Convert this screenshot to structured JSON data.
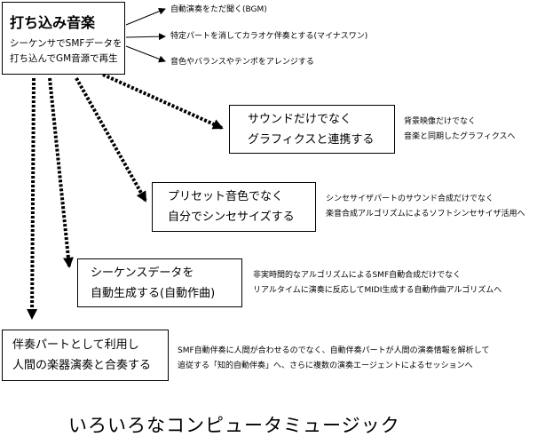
{
  "origin": {
    "title": "打ち込み音楽",
    "desc_line1": "シーケンサでSMFデータを",
    "desc_line2": "打ち込んでGM音源で再生"
  },
  "uses": [
    "自動演奏をただ聞く(BGM)",
    "特定パートを消してカラオケ伴奏とする(マイナスワン)",
    "音色やバランスやテンポをアレンジする"
  ],
  "nodes": [
    {
      "line1": "サウンドだけでなく",
      "line2": "グラフィクスと連携する",
      "note1": "背景映像だけでなく",
      "note2": "音楽と同期したグラフィクスへ"
    },
    {
      "line1": "プリセット音色でなく",
      "line2": "自分でシンセサイズする",
      "note1": "シンセサイザパートのサウンド合成だけでなく",
      "note2": "楽音合成アルゴリズムによるソフトシンセサイザ活用へ"
    },
    {
      "line1": "シーケンスデータを",
      "line2": "自動生成する(自動作曲)",
      "note1": "非実時間的なアルゴリズムによるSMF自動合成だけでなく",
      "note2": "リアルタイムに演奏に反応してMIDI生成する自動作曲アルゴリズムへ"
    },
    {
      "line1": "伴奏パートとして利用し",
      "line2": "人間の楽器演奏と合奏する",
      "note1": "SMF自動伴奏に人間が合わせるのでなく、自動伴奏パートが人間の演奏情報を解析して",
      "note2": "追従する「知的自動伴奏」へ、さらに複数の演奏エージェントによるセッションへ"
    }
  ],
  "footer_title": "いろいろなコンピュータミュージック"
}
